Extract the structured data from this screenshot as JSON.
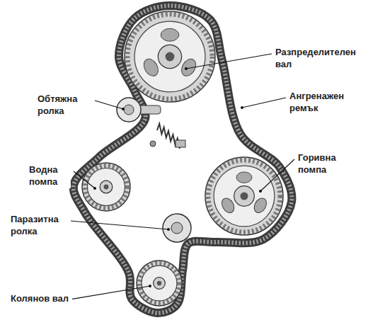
{
  "diagram": {
    "labels": [
      "Разпределителен вал",
      "Обтяжна ролка",
      "Ангренажен ремък",
      "Горивна помпа",
      "Водна помпа",
      "Паразитна ролка",
      "Колянов вал"
    ]
  }
}
